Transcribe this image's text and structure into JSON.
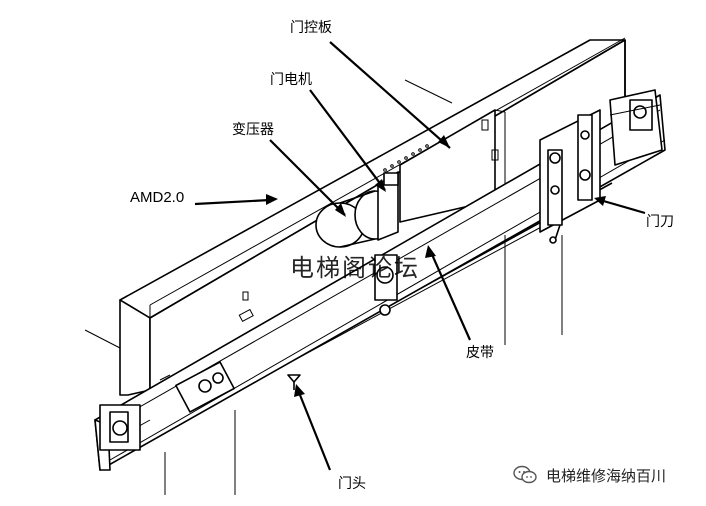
{
  "labels": {
    "door_control_board": "门控板",
    "door_motor": "门电机",
    "transformer": "变压器",
    "amd": "AMD2.0",
    "door_knife": "门刀",
    "belt": "皮带",
    "door_head": "门头"
  },
  "watermark": "电梯阁论坛",
  "brand": {
    "name": "电梯维修海纳百川",
    "icon": "wechat-icon"
  }
}
